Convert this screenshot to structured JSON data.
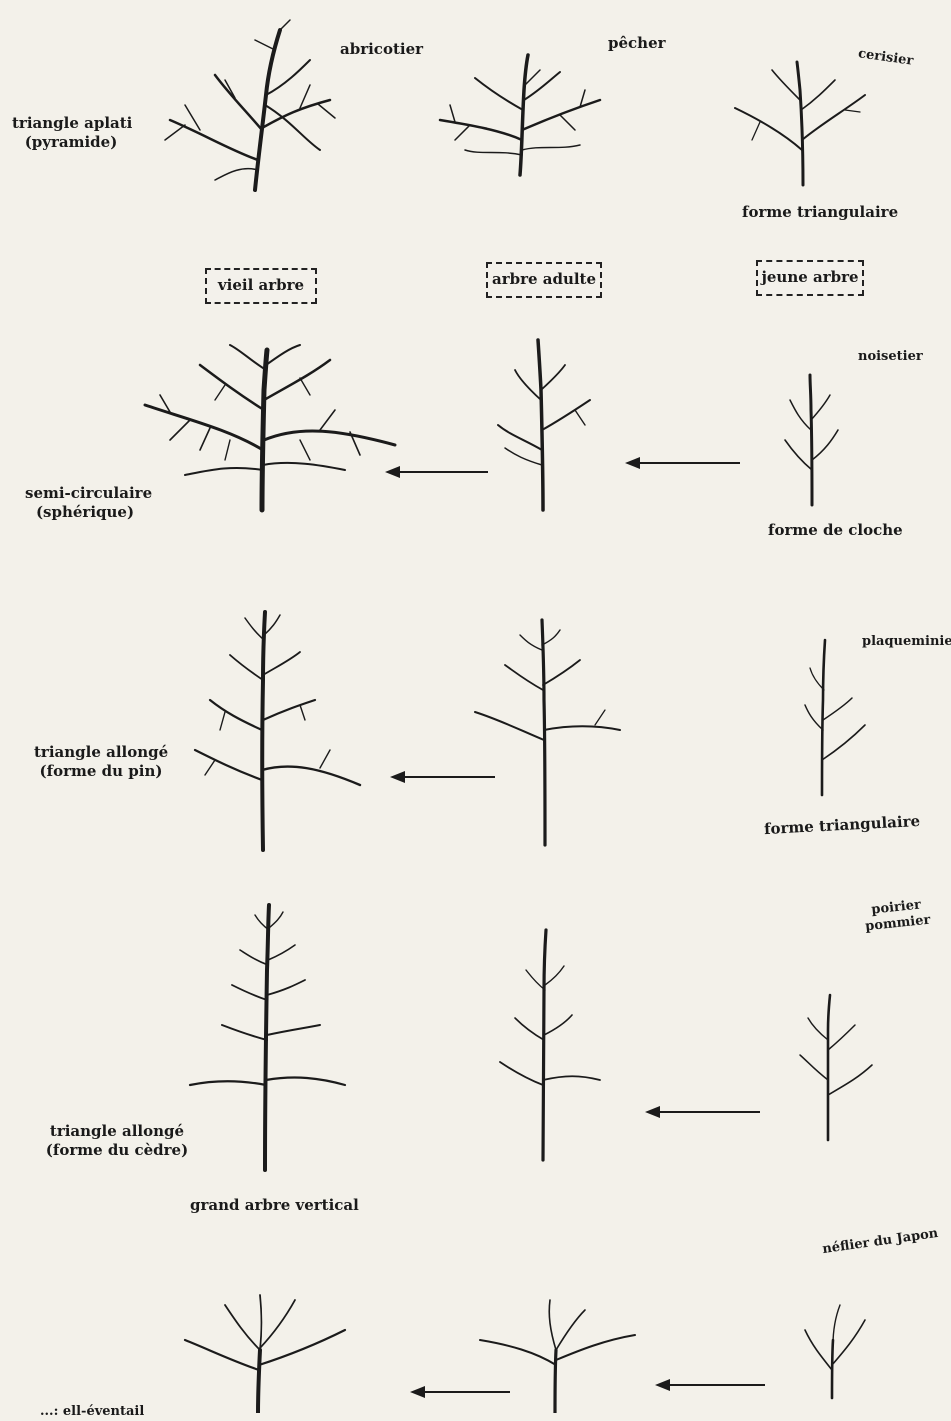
{
  "diagram": {
    "row1": {
      "shape_label_1": "triangle aplati",
      "shape_label_2": "(pyramide)",
      "species_1": "abricotier",
      "species_2": "pêcher",
      "species_3": "cerisier",
      "young_form": "forme triangulaire"
    },
    "stages": {
      "old": "vieil arbre",
      "adult": "arbre adulte",
      "young": "jeune arbre"
    },
    "row2": {
      "species": "noisetier",
      "shape_label_1": "semi-circulaire",
      "shape_label_2": "(sphérique)",
      "young_form": "forme de cloche"
    },
    "row3": {
      "species": "plaqueminier",
      "shape_label_1": "triangle allongé",
      "shape_label_2": "(forme du pin)",
      "young_form": "forme triangulaire"
    },
    "row4": {
      "species_1": "poirier",
      "species_2": "pommier",
      "shape_label_1": "triangle allongé",
      "shape_label_2": "(forme du cèdre)",
      "old_form": "grand arbre vertical"
    },
    "row5": {
      "species": "néflier du Japon",
      "shape_label_partial": "...: ell-éventail"
    }
  }
}
